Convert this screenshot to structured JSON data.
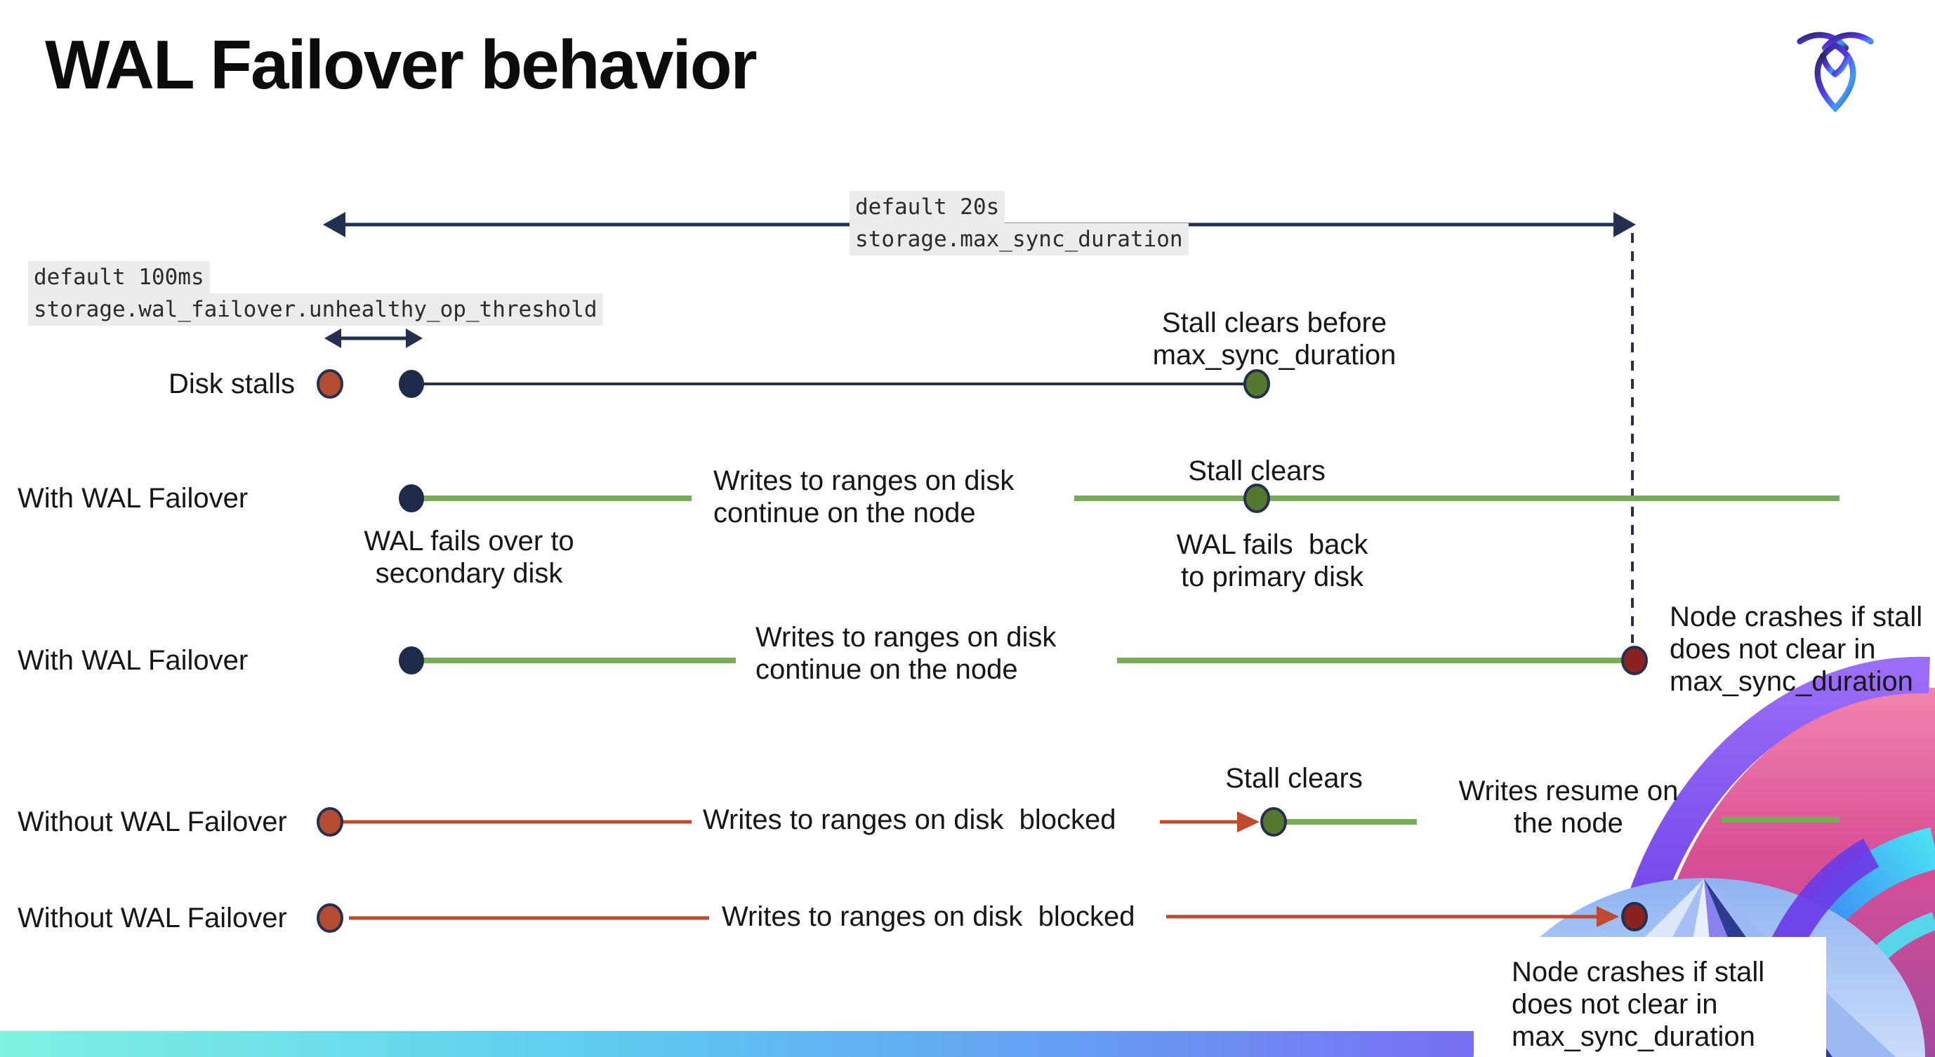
{
  "title": "WAL Failover behavior",
  "logo": {
    "icon": "cockroachdb-logo"
  },
  "config_labels": {
    "max_sync_duration": {
      "default_line": "default 20s",
      "setting_line": "storage.max_sync_duration"
    },
    "unhealthy_op_threshold": {
      "default_line": "default 100ms",
      "setting_line": "storage.wal_failover.unhealthy_op_threshold"
    }
  },
  "rows": [
    {
      "name": "disk-stalls",
      "label": "Disk stalls",
      "stall_clears_note": [
        "Stall clears before",
        "max_sync_duration"
      ]
    },
    {
      "name": "with-wal-failover-1",
      "label": "With WAL Failover",
      "failover_note": [
        "WAL fails over to",
        "secondary disk"
      ],
      "writes_note": [
        "Writes to ranges on disk",
        "continue on the node"
      ],
      "stall_note": "Stall clears",
      "failback_note": [
        "WAL fails  back",
        "to primary disk"
      ]
    },
    {
      "name": "with-wal-failover-2",
      "label": "With WAL Failover",
      "writes_note": [
        "Writes to ranges on disk",
        "continue on the node"
      ],
      "crash_note": [
        "Node crashes if stall",
        "does not clear in",
        "max_sync_duration"
      ]
    },
    {
      "name": "without-wal-failover-1",
      "label": "Without WAL Failover",
      "writes_note": "Writes to ranges on disk  blocked",
      "stall_note": "Stall clears",
      "resume_note": [
        "Writes resume on",
        "the node"
      ]
    },
    {
      "name": "without-wal-failover-2",
      "label": "Without WAL Failover",
      "writes_note": "Writes to ranges on disk  blocked",
      "crash_note": [
        "Node crashes if stall",
        "does not clear in",
        "max_sync_duration"
      ]
    }
  ],
  "colors": {
    "navy": "#233050",
    "navy_dot_fill": "#1f2b4a",
    "green_line": "#76ad56",
    "green_dot": "#55782f",
    "red_line": "#c04a2e",
    "red_dot": "#b54c31",
    "maroon_dot": "#8b2120",
    "label_highlight_bg": "#ececec",
    "footer_gradient": [
      "#7ef3e2",
      "#5ecdf0",
      "#659ff3",
      "#7b6bf3",
      "#8a4bf0"
    ]
  }
}
